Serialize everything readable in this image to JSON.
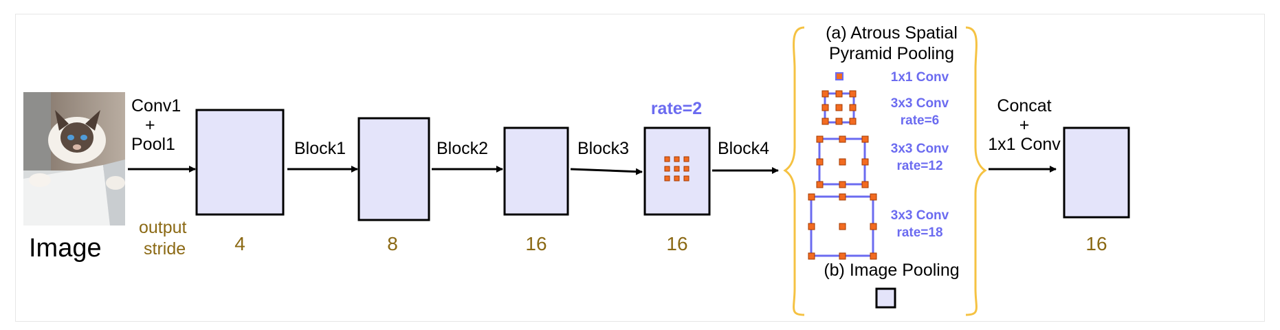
{
  "input": {
    "label": "Image"
  },
  "stem": {
    "line1": "Conv1",
    "line2": "+",
    "line3": "Pool1"
  },
  "stride_caption": {
    "line1": "output",
    "line2": "stride"
  },
  "strides": [
    "4",
    "8",
    "16",
    "16",
    "16"
  ],
  "blocks": [
    "Block1",
    "Block2",
    "Block3",
    "Block4"
  ],
  "block4_rate": "rate=2",
  "aspp": {
    "title_line1": "(a) Atrous Spatial",
    "title_line2": "Pyramid Pooling",
    "branches": [
      {
        "line1": "1x1 Conv",
        "line2": ""
      },
      {
        "line1": "3x3 Conv",
        "line2": "rate=6"
      },
      {
        "line1": "3x3 Conv",
        "line2": "rate=12"
      },
      {
        "line1": "3x3 Conv",
        "line2": "rate=18"
      }
    ],
    "image_pooling": "(b) Image Pooling"
  },
  "concat": {
    "line1": "Concat",
    "line2": "+",
    "line3": "1x1 Conv"
  },
  "colors": {
    "feature_map_fill": "#e4e4fa",
    "kernel_dot": "#f26b21",
    "atrous_blue": "#6b6bf0",
    "stride_text": "#8b6914",
    "brace": "#f5c242"
  }
}
